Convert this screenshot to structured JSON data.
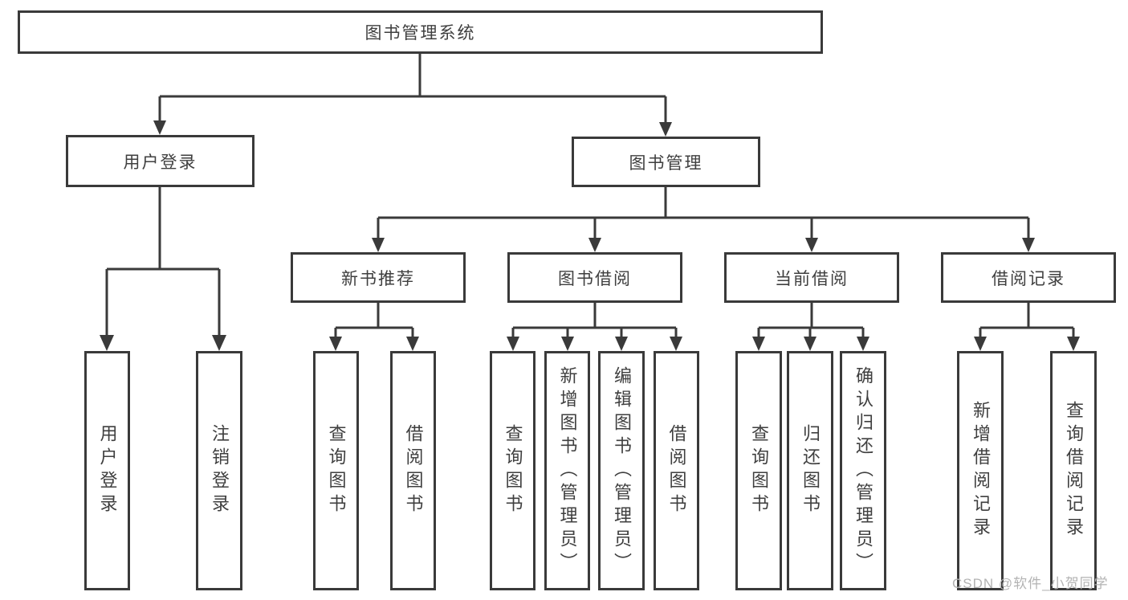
{
  "diagram": {
    "type": "hierarchy-tree",
    "root": {
      "label": "图书管理系统",
      "children": [
        {
          "label": "用户登录",
          "children": [
            {
              "label": "用户登录"
            },
            {
              "label": "注销登录"
            }
          ]
        },
        {
          "label": "图书管理",
          "children": [
            {
              "label": "新书推荐",
              "children": [
                {
                  "label": "查询图书"
                },
                {
                  "label": "借阅图书"
                }
              ]
            },
            {
              "label": "图书借阅",
              "children": [
                {
                  "label": "查询图书"
                },
                {
                  "label": "新增图书（管理员）"
                },
                {
                  "label": "编辑图书（管理员）"
                },
                {
                  "label": "借阅图书"
                }
              ]
            },
            {
              "label": "当前借阅",
              "children": [
                {
                  "label": "查询图书"
                },
                {
                  "label": "归还图书"
                },
                {
                  "label": "确认归还（管理员）"
                }
              ]
            },
            {
              "label": "借阅记录",
              "children": [
                {
                  "label": "新增借阅记录"
                },
                {
                  "label": "查询借阅记录"
                }
              ]
            }
          ]
        }
      ]
    },
    "watermark": "CSDN @软件_小贺同学",
    "colors": {
      "line": "#3a3a3a",
      "text": "#3f3f3f",
      "box_background": "#ffffff",
      "watermark": "#b3b3b3"
    }
  }
}
